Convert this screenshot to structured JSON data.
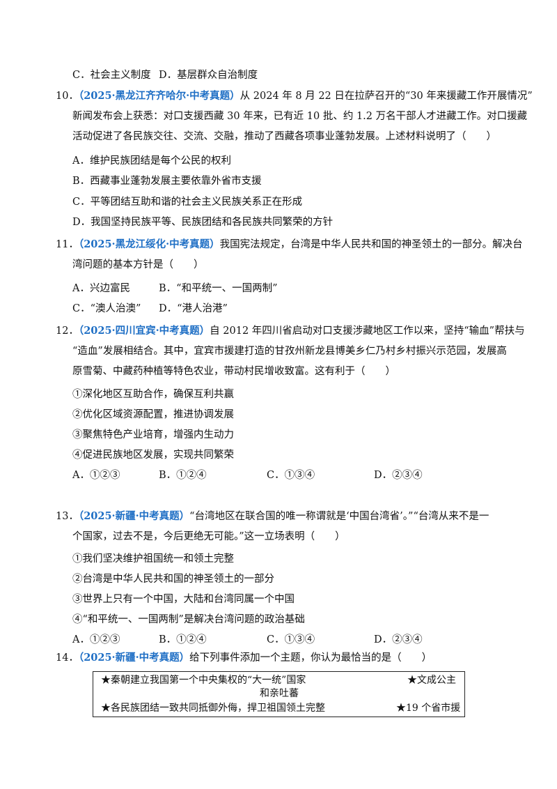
{
  "q9": {
    "opt_c": "C．社会主义制度",
    "opt_d": "D．基层群众自治制度"
  },
  "q10": {
    "number": "10．",
    "source": "（2025·黑龙江齐齐哈尔·中考真题）",
    "line1_rest": "从 2024 年 8 月 22 日在拉萨召开的“30 年来援藏工作开展情况”",
    "line2": "新闻发布会上获悉：对口支援西藏 30 年来，已有近 10 批、约 1.2 万名干部人才进藏工作。对口援藏",
    "line3": "活动促进了各民族交往、交流、交融，推动了西藏各项事业蓬勃发展。上述材料说明了（　　）",
    "opt_a": "A．维护民族团结是每个公民的权利",
    "opt_b": "B．西藏事业蓬勃发展主要依靠外省市支援",
    "opt_c": "C．平等团结互助和谐的社会主义民族关系正在形成",
    "opt_d": "D．我国坚持民族平等、民族团结和各民族共同繁荣的方针"
  },
  "q11": {
    "number": "11．",
    "source": "（2025·黑龙江绥化·中考真题）",
    "line1_rest": "我国宪法规定，台湾是中华人民共和国的神圣领土的一部分。解决台",
    "line2": "湾问题的基本方针是（　　）",
    "opt_a": "A．兴边富民",
    "opt_b": "B．“和平统一、一国两制”",
    "opt_c": "C．“澳人治澳”",
    "opt_d": "D．“港人治港”"
  },
  "q12": {
    "number": "12．",
    "source": "（2025·四川宜宾·中考真题）",
    "line1_rest": "自 2012 年四川省启动对口支援涉藏地区工作以来，坚持“输血”帮扶与",
    "line2": "“造血”发展相结合。其中，宜宾市援建打造的甘孜州新龙县博美乡仁乃村乡村振兴示范园，发展高",
    "line3": "原雪菊、中藏药种植等特色农业，带动村民增收致富。这有利于（　　）",
    "item1": "①深化地区互助合作，确保互利共赢",
    "item2": "②优化区域资源配置，推进协调发展",
    "item3": "③聚焦特色产业培育，增强内生动力",
    "item4": "④促进民族地区发展，实现共同繁荣",
    "opt_a": "A．①②③",
    "opt_b": "B．①②④",
    "opt_c": "C．①③④",
    "opt_d": "D．②③④"
  },
  "q13": {
    "number": "13．",
    "source": "（2025·新疆·中考真题）",
    "line1_rest": "“台湾地区在联合国的唯一称谓就是‘中国台湾省’。”“台湾从来不是一",
    "line2": "个国家，过去不是，今后更绝无可能。”这一立场表明（　　）",
    "item1": "①我们坚决维护祖国统一和领土完整",
    "item2": "②台湾是中华人民共和国的神圣领土的一部分",
    "item3": "③世界上只有一个中国，大陆和台湾同属一个中国",
    "item4": "④“和平统一、一国两制”是解决台湾问题的政治基础",
    "opt_a": "A．①②③",
    "opt_b": "B．①②④",
    "opt_c": "C．①③④",
    "opt_d": "D．②③④"
  },
  "q14": {
    "number": "14．",
    "source": "（2025·新疆·中考真题）",
    "line1_rest": "给下列事件添加一个主题，你认为最恰当的是（　　）",
    "box_line1_left": "★秦朝建立我国第一个中央集权的“大一统”国家",
    "box_line1_right": "★文成公主",
    "box_line2": "和亲吐蕃",
    "box_line3_left": "★各民族团结一致共同抵御外侮，捍卫祖国领土完整",
    "box_line3_right": "★19 个省市援"
  }
}
